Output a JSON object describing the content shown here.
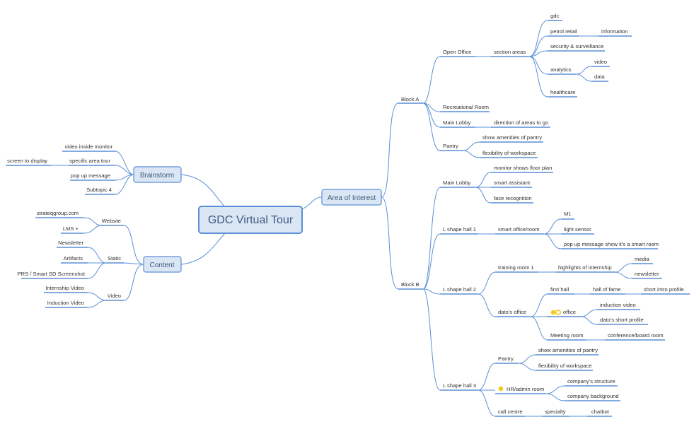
{
  "root": "GDC Virtual Tour",
  "colors": {
    "line": "#5b8fd6",
    "box_fill": "#dbe6f4",
    "text": "#333333",
    "box_text": "#3d5a80",
    "marker": "#f5c518"
  },
  "topics": {
    "area_of_interest": "Area of Interest",
    "brainstorm": "Brainstorm",
    "content": "Content"
  },
  "block_a": {
    "label": "Block A",
    "open_office": "Open Office",
    "section_areas": "section areas",
    "gdc": "gdc",
    "petrol_retail": "petrol retail",
    "information": "information",
    "security": "security & surveillance",
    "analytics": "analytics",
    "video": "video",
    "data": "data",
    "healthcare": "healthcare",
    "recreational_room": "Recreational Room",
    "main_lobby": "Main Lobby",
    "direction": "direction of areas to go",
    "pantry": "Pantry",
    "amenities": "show amenities of pantry",
    "flexibility": "flexibility of workspace"
  },
  "block_b": {
    "label": "Block B",
    "main_lobby": "Main Lobby",
    "monitor_floor_plan": "monitor shows floor plan",
    "smart_assistant": "smart assistant",
    "face_recognition": "face recognition",
    "l_hall_1": "L shape hall 1",
    "smart_office": "smart office/room",
    "m1": "M1",
    "light_sensor": "light sensor",
    "popup_smart": "pop up message show it's a smart room",
    "l_hall_2": "L shape hall 2",
    "training_room": "training room 1",
    "highlights": "highlights of internship",
    "media": "media",
    "newsletter": "newsletter",
    "datos_office": "dato's office",
    "first_hall": "first hall",
    "hall_of_fame": "hall of fame",
    "short_intro": "short intro profile",
    "office": "office",
    "induction_video": "induction video",
    "datos_profile": "dato's short profile",
    "meeting_room": "Meeting room",
    "conference": "conference/board room",
    "l_hall_3": "L shape hall 3",
    "pantry": "Pantry",
    "amenities": "show amenities of pantry",
    "flexibility": "flexibility of workspace",
    "hr_admin": "HR/admin room",
    "company_structure": "company's structure",
    "company_background": "company background",
    "call_centre": "call centre",
    "specialty": "specialty",
    "chatbot": "chatbot"
  },
  "brainstorm": {
    "video_monitor": "video inside monitor",
    "specific_tour": "specific area tour",
    "screen_display": "screen to display",
    "popup": "pop up message",
    "subtopic4": "Subtopic 4"
  },
  "content": {
    "website": "Website",
    "strateq": "strateqgroup.com",
    "lms": "LMS +",
    "static": "Static",
    "newsletter": "Newsletter",
    "artifacts": "Artifacts",
    "prs": "PRS / Smart SD Screenshot",
    "video": "Video",
    "internship_video": "Internship Video",
    "induction_video": "Induction Video"
  }
}
